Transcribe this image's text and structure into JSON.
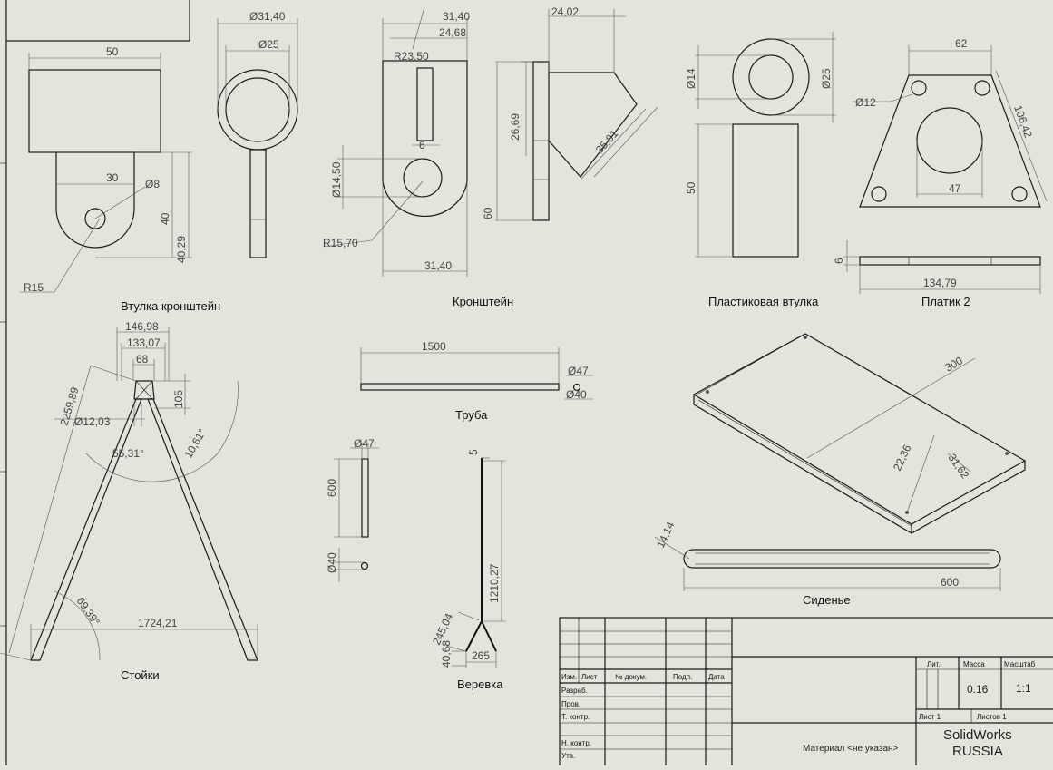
{
  "captions": {
    "bracket_bushing": "Втулка кронштейн",
    "bracket": "Кронштейн",
    "plastic_bushing": "Пластиковая втулка",
    "plate2": "Платик 2",
    "legs": "Стойки",
    "pipe": "Труба",
    "rope": "Веревка",
    "seat": "Сиденье"
  },
  "dimensions": {
    "bb_width": "50",
    "bb_lug_width": "30",
    "bb_hole": "Ø8",
    "bb_h40": "40",
    "bb_h4029": "40,29",
    "bb_radius": "R15",
    "ring_outer": "Ø31,40",
    "ring_inner": "Ø25",
    "br_top": "31,40",
    "br_inner": "24,68",
    "br_r_top": "R23,50",
    "br_slot": "6",
    "br_hole": "Ø14,50",
    "br_r_bottom": "R15,70",
    "br_bottom": "31,40",
    "side_top": "24,02",
    "side_2669": "26,69",
    "side_3591": "35,91",
    "side_60": "60",
    "pb_d14": "Ø14",
    "pb_d25": "Ø25",
    "pb_50": "50",
    "pl_62": "62",
    "pl_d12": "Ø12",
    "pl_10642": "106,42",
    "pl_47": "47",
    "pl_6": "6",
    "pl_13479": "134,79",
    "lg_14698": "146,98",
    "lg_13307": "133,07",
    "lg_68": "68",
    "lg_105": "105",
    "lg_225989": "2259,89",
    "lg_d1203": "Ø12,03",
    "lg_5531": "55,31°",
    "lg_1061": "10,61°",
    "lg_6939": "69,39°",
    "lg_172421": "1724,21",
    "pipe_1500": "1500",
    "pipe_d47": "Ø47",
    "pipe_d40": "Ø40",
    "pipe2_d47": "Ø47",
    "pipe2_600": "600",
    "pipe2_d40": "Ø40",
    "rope_5": "5",
    "rope_121027": "1210,27",
    "rope_24504": "245,04",
    "rope_4068": "40,68",
    "rope_265": "265",
    "seat_300": "300",
    "seat_2236": "22,36",
    "seat_3162": "31,62",
    "seat_1414": "14,14",
    "seat_600": "600"
  },
  "title_block": {
    "col_headers": [
      "Изм.",
      "Лист",
      "№ докум.",
      "Подп.",
      "Дата"
    ],
    "rows": [
      "Разраб.",
      "Пров.",
      "Т. контр.",
      "Н. контр.",
      "Утв."
    ],
    "lit_label": "Лит.",
    "mass_label": "Масса",
    "scale_label": "Масштаб",
    "mass_value": "0.16",
    "scale_value": "1:1",
    "sheet": "Лист 1",
    "sheets": "Листов 1",
    "material": "Материал <не указан>",
    "company_line1": "SolidWorks",
    "company_line2": "RUSSIA"
  }
}
